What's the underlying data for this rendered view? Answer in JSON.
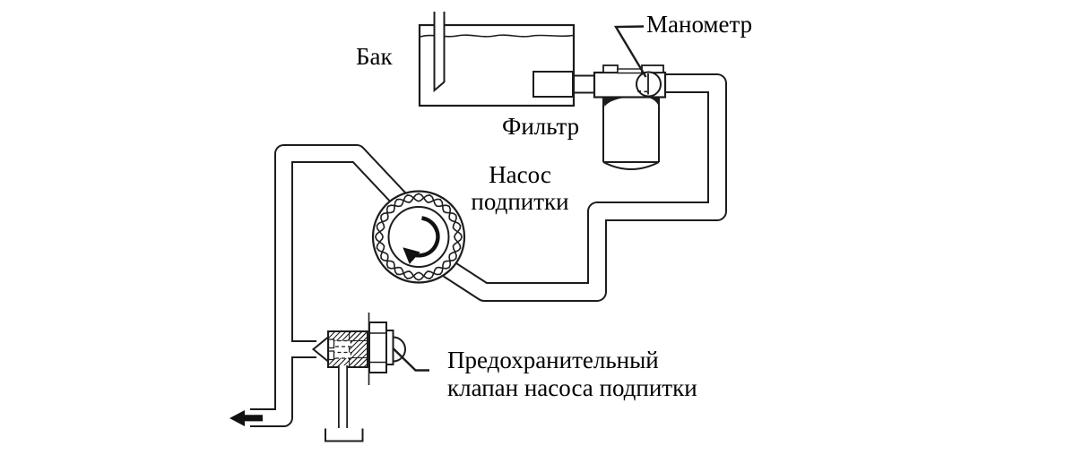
{
  "diagram": {
    "type": "hydraulic-schematic",
    "labels": {
      "tank": "Бак",
      "filter": "Фильтр",
      "gauge": "Манометр",
      "pump_lines": [
        "Насос",
        "подпитки"
      ],
      "relief_lines": [
        "Предохранительный",
        "клапан насоса подпитки"
      ]
    },
    "symbols": [
      {
        "name": "oil-tank"
      },
      {
        "name": "suction-pipe"
      },
      {
        "name": "filter-with-pressure-gauge"
      },
      {
        "name": "charge-pump",
        "rotation": "clockwise"
      },
      {
        "name": "relief-valve"
      },
      {
        "name": "tank-return-symbol"
      },
      {
        "name": "flow-direction-arrow",
        "direction": "left"
      }
    ],
    "colors": {
      "line": "#1c1c1c",
      "text": "#000000",
      "background": "#ffffff"
    }
  }
}
